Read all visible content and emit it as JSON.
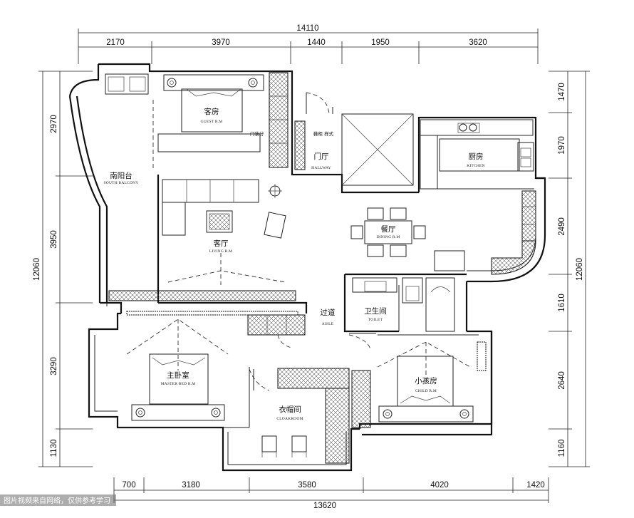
{
  "dimensions": {
    "top_total": "14110",
    "top_segments": [
      "2170",
      "3970",
      "1440",
      "1950",
      "3620"
    ],
    "bottom_total": "13620",
    "bottom_segments": [
      "700",
      "3180",
      "3580",
      "4020",
      "1420"
    ],
    "left_total": "12060",
    "left_segments": [
      "2970",
      "3950",
      "3290",
      "1130"
    ],
    "right_total": "12060",
    "right_segments": [
      "1470",
      "1970",
      "2490",
      "1610",
      "2640",
      "1160"
    ]
  },
  "rooms": {
    "guest": {
      "cn": "客房",
      "en": "GUEST R.M"
    },
    "south_balcony": {
      "cn": "南阳台",
      "en": "SOUTH BALCONY"
    },
    "hallway": {
      "cn": "门厅",
      "en": "HALLWAY"
    },
    "kitchen": {
      "cn": "厨房",
      "en": "KITCHEN"
    },
    "dining": {
      "cn": "餐厅",
      "en": "DINING R.M"
    },
    "living": {
      "cn": "客厅",
      "en": "LIVING R.M"
    },
    "aisle": {
      "cn": "过道",
      "en": "AISLE"
    },
    "toilet": {
      "cn": "卫生间",
      "en": "TOILET"
    },
    "master_bed": {
      "cn": "主卧室",
      "en": "MASTER BED R.M"
    },
    "cloakroom": {
      "cn": "衣帽间",
      "en": "CLOAKROOM"
    },
    "child": {
      "cn": "小孩房",
      "en": "CHILD R.M"
    }
  },
  "annotations": {
    "partition": "门装分",
    "shoe_cabinet": "鞋柜 样式"
  },
  "watermark": "图片视频来自网络，仅供参考学习"
}
